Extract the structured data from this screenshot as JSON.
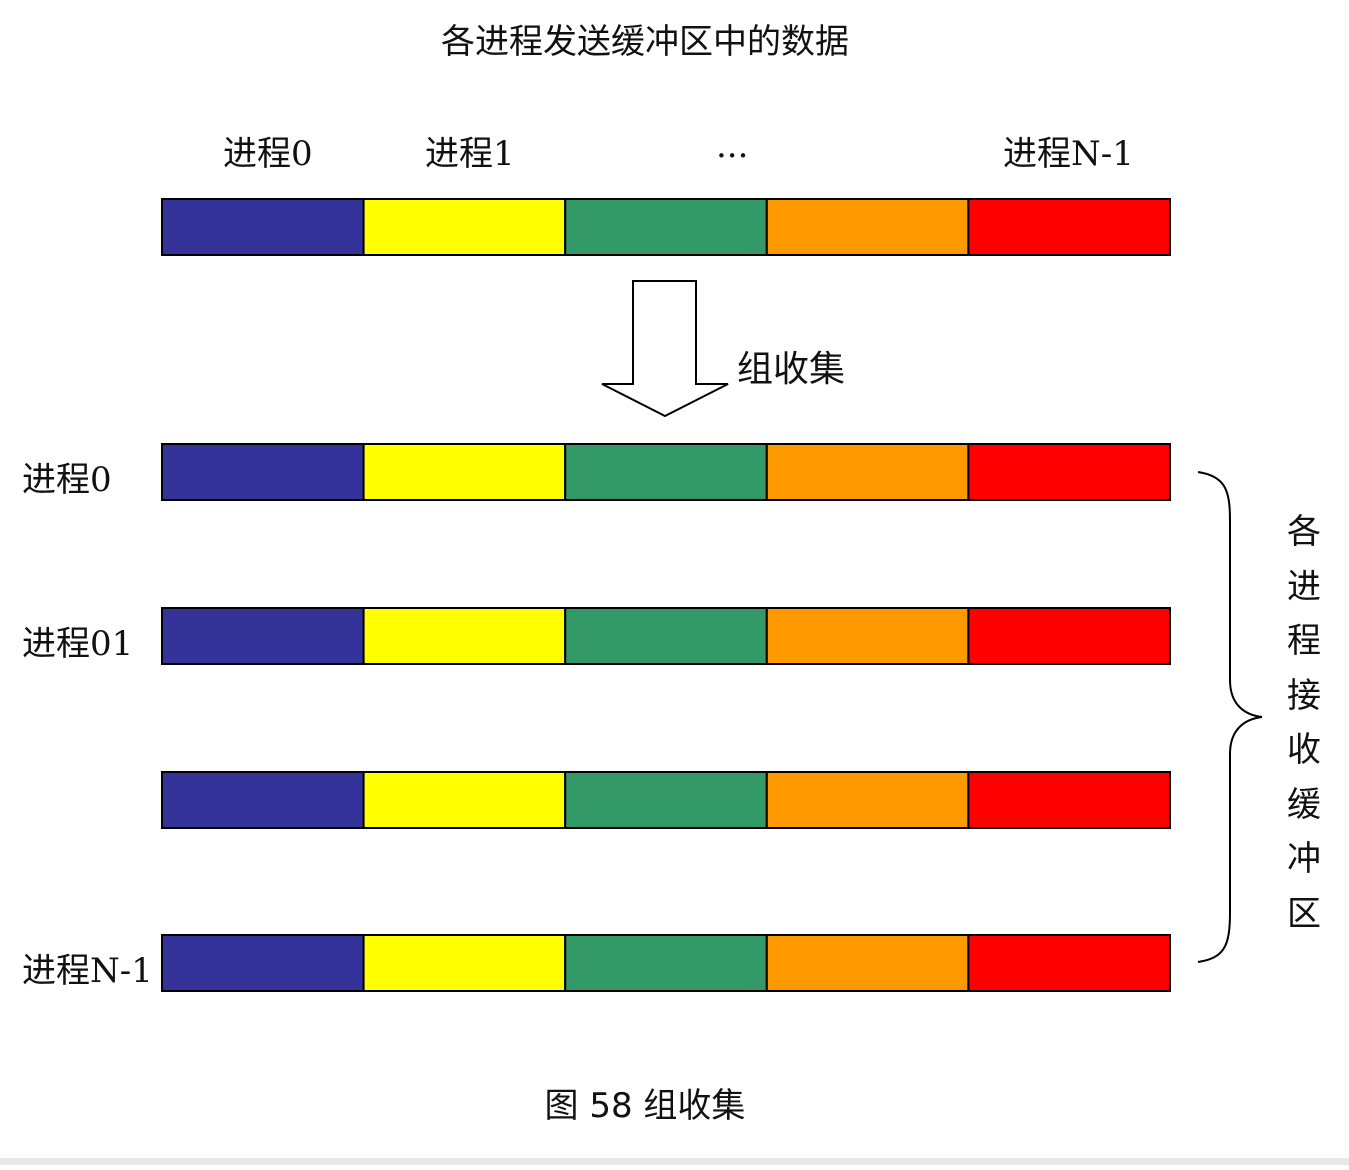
{
  "title": "各进程发送缓冲区中的数据",
  "top_labels": [
    "进程0",
    "进程1",
    "...",
    "进程N-1"
  ],
  "arrow_label": "组收集",
  "row_labels": [
    "进程0",
    "进程01",
    "",
    "进程N-1"
  ],
  "brace_label": [
    "各",
    "进",
    "程",
    "接",
    "收",
    "缓",
    "冲",
    "区"
  ],
  "caption": "图  58  组收集",
  "segment_colors": [
    "#333399",
    "#FFFF00",
    "#339966",
    "#FF9900",
    "#FF0000"
  ]
}
